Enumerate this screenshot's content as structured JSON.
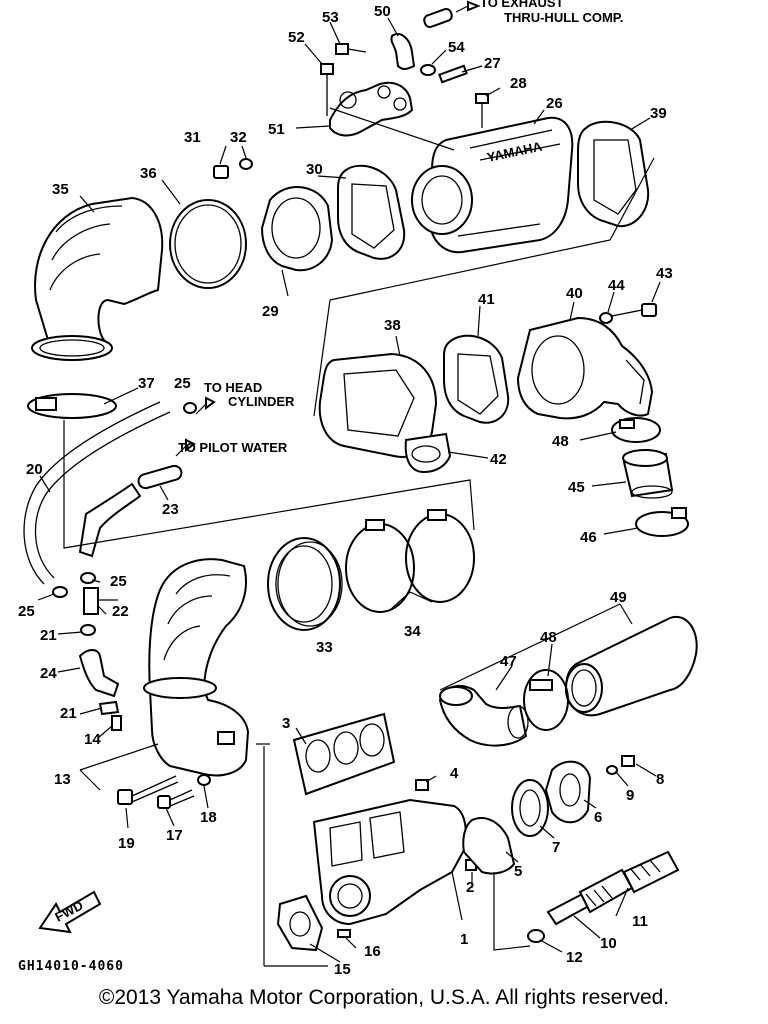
{
  "labels": {
    "p1": "1",
    "p2": "2",
    "p3": "3",
    "p4": "4",
    "p5": "5",
    "p6": "6",
    "p7": "7",
    "p8": "8",
    "p9": "9",
    "p10": "10",
    "p11": "11",
    "p12": "12",
    "p13": "13",
    "p14": "14",
    "p15": "15",
    "p16": "16",
    "p17": "17",
    "p18": "18",
    "p19": "19",
    "p20": "20",
    "p21a": "21",
    "p21b": "21",
    "p22": "22",
    "p23": "23",
    "p24": "24",
    "p25a": "25",
    "p25b": "25",
    "p25c": "25",
    "p26": "26",
    "p27": "27",
    "p28": "28",
    "p29": "29",
    "p30": "30",
    "p31": "31",
    "p32": "32",
    "p33": "33",
    "p34": "34",
    "p35": "35",
    "p36": "36",
    "p37": "37",
    "p38": "38",
    "p39": "39",
    "p40": "40",
    "p41": "41",
    "p42": "42",
    "p43": "43",
    "p44": "44",
    "p45": "45",
    "p46": "46",
    "p47": "47",
    "p48a": "48",
    "p48b": "48",
    "p49": "49",
    "p50": "50",
    "p51": "51",
    "p52": "52",
    "p53": "53",
    "p54": "54"
  },
  "notes": {
    "exhaust_line1": "TO EXHAUST",
    "exhaust_line2": "THRU-HULL COMP.",
    "head_line1": "TO HEAD",
    "head_line2": "CYLINDER",
    "pilot": "TO PILOT WATER",
    "fwd": "FWD"
  },
  "diagram_code": "GH14010-4060",
  "copyright": "©2013 Yamaha Motor Corporation, U.S.A. All rights reserved."
}
